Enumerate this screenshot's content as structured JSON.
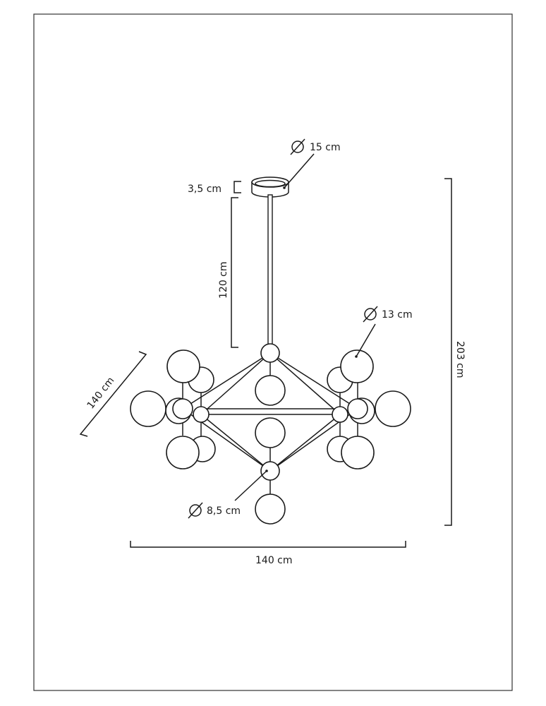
{
  "diagram": {
    "title": "Pendant lamp dimensions",
    "dimensions": {
      "canopy_diameter": "15 cm",
      "canopy_height": "3,5 cm",
      "rod_length": "120 cm",
      "globe_diameter": "13 cm",
      "total_height": "203 cm",
      "depth": "140 cm",
      "hub_diameter": "8,5 cm",
      "width": "140 cm"
    },
    "icons": [
      "diameter-symbol"
    ]
  }
}
